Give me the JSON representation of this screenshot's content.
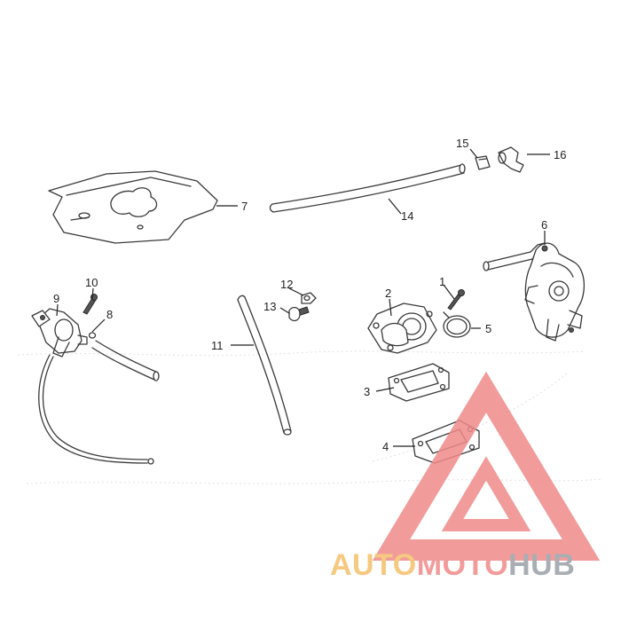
{
  "diagram": {
    "callouts": [
      "1",
      "2",
      "3",
      "4",
      "5",
      "6",
      "7",
      "8",
      "9",
      "10",
      "11",
      "12",
      "13",
      "14",
      "15",
      "16"
    ]
  },
  "watermark": {
    "brand_part1": "AUTO",
    "brand_part2": "MOTO",
    "brand_part3": "HUB",
    "color_part1": "#f5c06a",
    "color_part2": "#f08a8a",
    "color_part3": "#9aa0a6",
    "triangle_color": "#f08a8a"
  }
}
